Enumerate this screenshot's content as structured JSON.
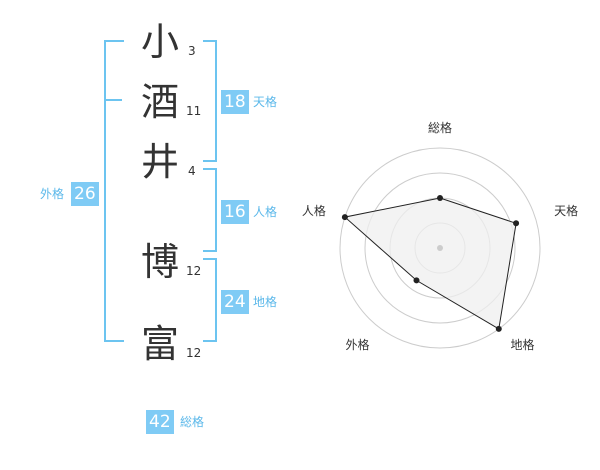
{
  "name": {
    "chars": [
      {
        "char": "小",
        "strokes": "3"
      },
      {
        "char": "酒",
        "strokes": "11"
      },
      {
        "char": "井",
        "strokes": "4"
      },
      {
        "char": "博",
        "strokes": "12"
      },
      {
        "char": "富",
        "strokes": "12"
      }
    ]
  },
  "scores": {
    "tenkaku": {
      "label": "天格",
      "value": "18"
    },
    "jinkaku": {
      "label": "人格",
      "value": "16"
    },
    "chikaku": {
      "label": "地格",
      "value": "24"
    },
    "gaikaku": {
      "label": "外格",
      "value": "26"
    },
    "soukaku": {
      "label": "総格",
      "value": "42"
    }
  },
  "chart_data": {
    "type": "radar",
    "axes": [
      "総格",
      "天格",
      "地格",
      "外格",
      "人格"
    ],
    "values": [
      0.5,
      0.8,
      1.0,
      0.4,
      1.0
    ],
    "rings": 4,
    "colors": {
      "fill": "#efefef",
      "line": "#222222",
      "grid": "#cccccc",
      "point": "#222222"
    }
  }
}
